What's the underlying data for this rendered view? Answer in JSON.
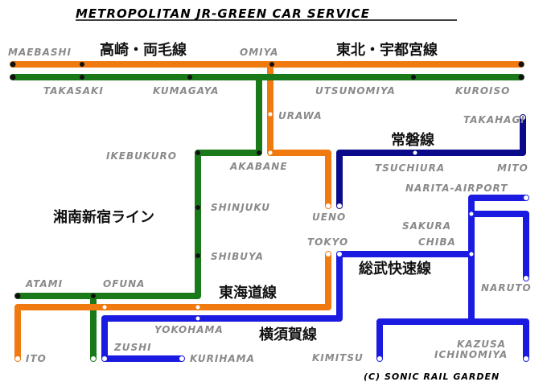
{
  "title": "METROPOLITAN JR-GREEN CAR SERVICE",
  "credit": "(C) SONIC RAIL GARDEN",
  "colors": {
    "orange": "#f07a10",
    "green": "#1a7a1a",
    "blue": "#1a1ae0",
    "navy": "#0a0a8a",
    "label_gray": "#8a8a8a"
  },
  "line_names": {
    "takasaki_ryomo": "高崎・両毛線",
    "tohoku_utsunomiya": "東北・宇都宮線",
    "joban": "常磐線",
    "shonan_shinjuku": "湘南新宿ライン",
    "tokaido": "東海道線",
    "sobu_rapid": "総武快速線",
    "yokosuka": "横須賀線"
  },
  "stations": {
    "maebashi": "MAEBASHI",
    "omiya": "OMIYA",
    "takasaki": "TAKASAKI",
    "kumagaya": "KUMAGAYA",
    "utsunomiya": "UTSUNOMIYA",
    "kuroiso": "KUROISO",
    "urawa": "URAWA",
    "takahagi": "TAKAHAGI",
    "ikebukuro": "IKEBUKURO",
    "akabane": "AKABANE",
    "tsuchiura": "TSUCHIURA",
    "mito": "MITO",
    "narita_airport": "NARITA-AIRPORT",
    "shinjuku": "SHINJUKU",
    "ueno": "UENO",
    "sakura": "SAKURA",
    "tokyo": "TOKYO",
    "chiba": "CHIBA",
    "shibuya": "SHIBUYA",
    "naruto": "NARUTO",
    "atami": "ATAMI",
    "ofuna": "OFUNA",
    "yokohama": "YOKOHAMA",
    "zushi": "ZUSHI",
    "kurihama": "KURIHAMA",
    "kimitsu": "KIMITSU",
    "kazusa": "KAZUSA",
    "ichinomiya": "ICHINOMIYA",
    "ito": "ITO"
  }
}
